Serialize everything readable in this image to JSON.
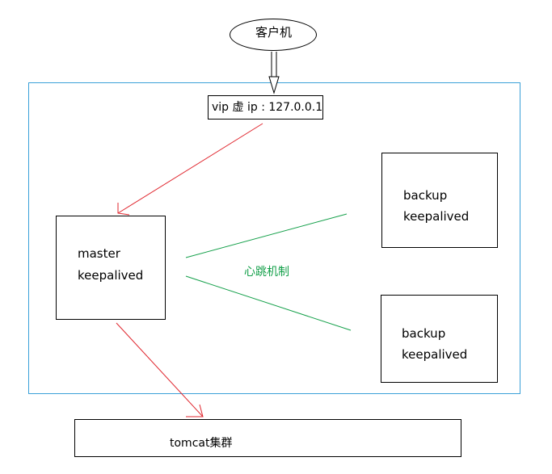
{
  "client": {
    "label": "客户机"
  },
  "vip": {
    "label": "vip 虚 ip : 127.0.0.1"
  },
  "master": {
    "line1": "master",
    "line2": "keepalived"
  },
  "backup_top": {
    "line1": "backup",
    "line2": "keepalived"
  },
  "backup_bottom": {
    "line1": "backup",
    "line2": "keepalived"
  },
  "heartbeat": {
    "label": "心跳机制"
  },
  "tomcat": {
    "label": "tomcat集群"
  },
  "colors": {
    "cluster_border": "#3aa0d8",
    "request_arrow": "#e0262e",
    "heartbeat_line": "#14a04a",
    "heartbeat_text": "#14a04a",
    "box_border": "#000000"
  }
}
